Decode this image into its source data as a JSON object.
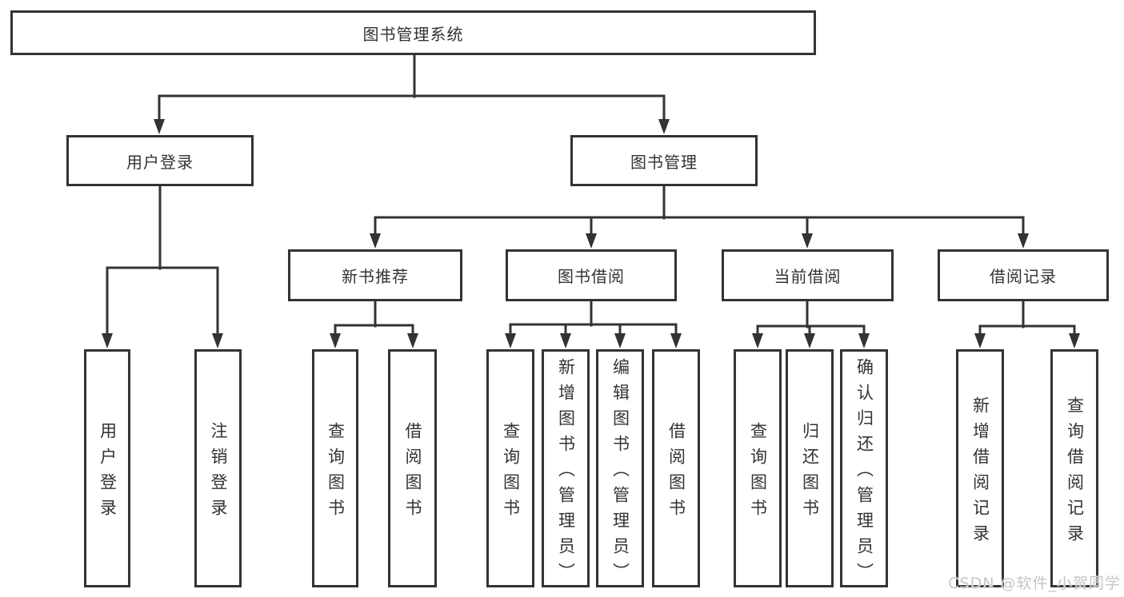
{
  "diagram": {
    "watermark": "CSDN @软件_小贺同学",
    "colors": {
      "line": "#333333",
      "node_border": "#333333",
      "text": "#333333",
      "watermark_text": "#c6c6c6",
      "background": "#ffffff"
    },
    "nodes": {
      "root": {
        "label": "图书管理系统"
      },
      "level1": [
        {
          "label": "用户登录"
        },
        {
          "label": "图书管理"
        }
      ],
      "level2": [
        {
          "label": "新书推荐"
        },
        {
          "label": "图书借阅"
        },
        {
          "label": "当前借阅"
        },
        {
          "label": "借阅记录"
        }
      ],
      "leaves": [
        {
          "label": "用户登录"
        },
        {
          "label": "注销登录"
        },
        {
          "label": "查询图书"
        },
        {
          "label": "借阅图书"
        },
        {
          "label": "查询图书"
        },
        {
          "label": "新增图书（管理员）"
        },
        {
          "label": "编辑图书（管理员）"
        },
        {
          "label": "借阅图书"
        },
        {
          "label": "查询图书"
        },
        {
          "label": "归还图书"
        },
        {
          "label": "确认归还（管理员）"
        },
        {
          "label": "新增借阅记录"
        },
        {
          "label": "查询借阅记录"
        }
      ]
    }
  }
}
